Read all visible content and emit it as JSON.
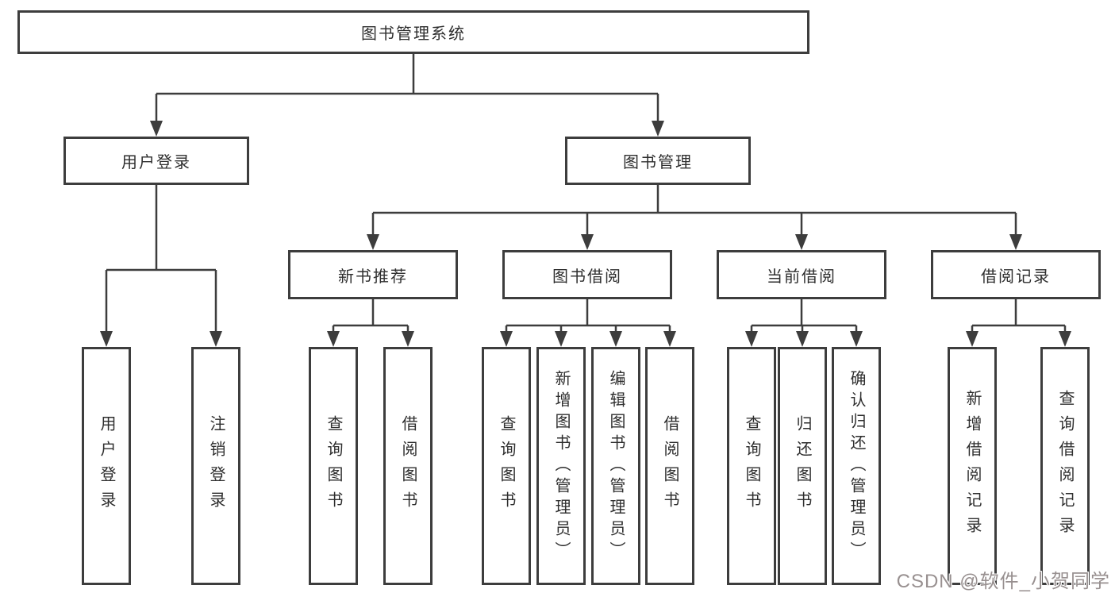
{
  "diagram_title": "图书管理系统",
  "nodes": {
    "root": "图书管理系统",
    "user_login": "用户登录",
    "book_mgmt": "图书管理",
    "leaf_user_login": "用户登录",
    "leaf_logout": "注销登录",
    "new_book_rec": "新书推荐",
    "book_borrow": "图书借阅",
    "current_borrow": "当前借阅",
    "borrow_record": "借阅记录",
    "nbr_query": "查询图书",
    "nbr_borrow": "借阅图书",
    "bb_query": "查询图书",
    "bb_add": "新增图书（管理员）",
    "bb_edit": "编辑图书（管理员）",
    "bb_borrow": "借阅图书",
    "cb_query": "查询图书",
    "cb_return": "归还图书",
    "cb_confirm": "确认归还（管理员）",
    "br_add": "新增借阅记录",
    "br_query": "查询借阅记录"
  },
  "structure": {
    "root": [
      "user_login",
      "book_mgmt"
    ],
    "user_login": [
      "leaf_user_login",
      "leaf_logout"
    ],
    "book_mgmt": [
      "new_book_rec",
      "book_borrow",
      "current_borrow",
      "borrow_record"
    ],
    "new_book_rec": [
      "nbr_query",
      "nbr_borrow"
    ],
    "book_borrow": [
      "bb_query",
      "bb_add",
      "bb_edit",
      "bb_borrow"
    ],
    "current_borrow": [
      "cb_query",
      "cb_return",
      "cb_confirm"
    ],
    "borrow_record": [
      "br_add",
      "br_query"
    ]
  },
  "watermark": "CSDN @软件_小贺同学",
  "colors": {
    "line": "#3d3d3d",
    "box_border": "#3d3d3d",
    "text": "#2e2e2e",
    "background": "#ffffff",
    "watermark": "#989090"
  }
}
